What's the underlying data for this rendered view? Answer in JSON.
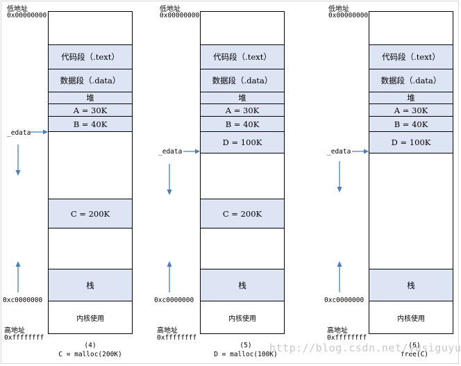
{
  "labels": {
    "low_address": "低地址",
    "low_hex": "0x00000000",
    "high_address": "高地址",
    "high_hex": "0xffffffff",
    "kernel_boundary": "0xc0000000",
    "edata": "_edata"
  },
  "panels": [
    {
      "number": "(4)",
      "call": "C = malloc(200K)",
      "segments": [
        {
          "text": "",
          "fill": false
        },
        {
          "text": "代码段（.text）",
          "fill": true
        },
        {
          "text": "数据段（.data）",
          "fill": true
        },
        {
          "text": "堆",
          "fill": true
        },
        {
          "text": "A = 30K",
          "fill": true
        },
        {
          "text": "B = 40K",
          "fill": true
        },
        {
          "text": "",
          "fill": false
        },
        {
          "text": "C = 200K",
          "fill": true
        },
        {
          "text": "",
          "fill": false
        },
        {
          "text": "栈",
          "fill": true
        },
        {
          "text": "内核使用",
          "fill": false
        }
      ]
    },
    {
      "number": "(5)",
      "call": "D = malloc(100K)",
      "segments": [
        {
          "text": "",
          "fill": false
        },
        {
          "text": "代码段（.text）",
          "fill": true
        },
        {
          "text": "数据段（.data）",
          "fill": true
        },
        {
          "text": "堆",
          "fill": true
        },
        {
          "text": "A = 30K",
          "fill": true
        },
        {
          "text": "B = 40K",
          "fill": true
        },
        {
          "text": "D = 100K",
          "fill": true
        },
        {
          "text": "",
          "fill": false
        },
        {
          "text": "C = 200K",
          "fill": true
        },
        {
          "text": "",
          "fill": false
        },
        {
          "text": "栈",
          "fill": true
        },
        {
          "text": "内核使用",
          "fill": false
        }
      ]
    },
    {
      "number": "(6)",
      "call": "free(C)",
      "segments": [
        {
          "text": "",
          "fill": false
        },
        {
          "text": "代码段（.text）",
          "fill": true
        },
        {
          "text": "数据段（.data）",
          "fill": true
        },
        {
          "text": "堆",
          "fill": true
        },
        {
          "text": "A = 30K",
          "fill": true
        },
        {
          "text": "B = 40K",
          "fill": true
        },
        {
          "text": "D = 100K",
          "fill": true
        },
        {
          "text": "",
          "fill": false
        },
        {
          "text": "栈",
          "fill": true
        },
        {
          "text": "内核使用",
          "fill": false
        }
      ]
    }
  ],
  "watermark": "http://blog.csdn.net/yusiguyuan",
  "colors": {
    "segment_fill": "#dde4f4",
    "arrow": "#4a7ebb"
  }
}
